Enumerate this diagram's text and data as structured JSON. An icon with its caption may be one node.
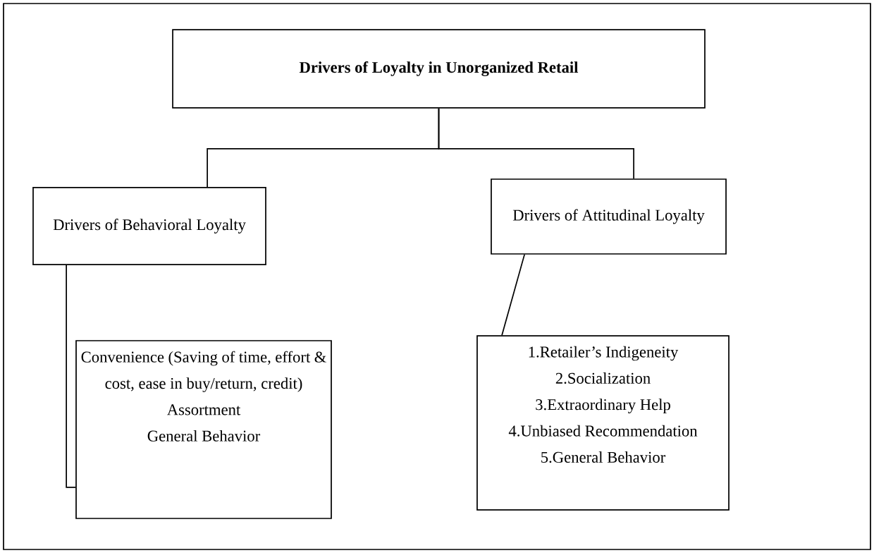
{
  "diagram": {
    "nodes": [
      {
        "text": [
          "Drivers of Loyalty in Unorganized Retail"
        ]
      },
      {
        "text": [
          "Drivers of Behavioral Loyalty"
        ]
      },
      {
        "text": [
          "Drivers of Attitudinal Loyalty"
        ]
      },
      {
        "text": [
          "Convenience (Saving of time, effort & cost, ease in buy/return, credit)",
          "Assortment",
          "General Behavior"
        ]
      },
      {
        "text": [
          "1.Retailer’s Indigeneity",
          "2.Socialization",
          "3.Extraordinary Help",
          "4.Unbiased Recommendation",
          "5.General Behavior"
        ]
      }
    ],
    "edges": [
      {
        "from": 0,
        "to": 1,
        "arrow": "none"
      },
      {
        "from": 0,
        "to": 2,
        "arrow": "none"
      },
      {
        "from": 1,
        "to": 3,
        "arrow": "none"
      },
      {
        "from": 2,
        "to": 4,
        "arrow": "none"
      }
    ]
  }
}
